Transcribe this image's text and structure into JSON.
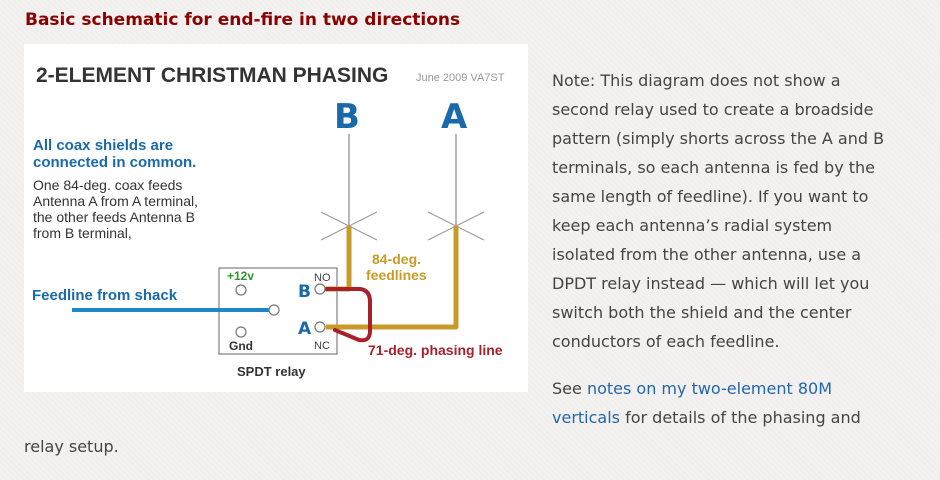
{
  "section": {
    "heading": "Basic schematic for end-fire in two directions"
  },
  "diagram": {
    "title": "2-ELEMENT CHRISTMAN PHASING",
    "credit": "June 2009 VA7ST",
    "antenna_b": "B",
    "antenna_a": "A",
    "shields_line1": "All coax shields are",
    "shields_line2": "connected in common.",
    "desc_line1": "One 84-deg. coax feeds",
    "desc_line2": "Antenna A from A terminal,",
    "desc_line3": "the other feeds Antenna B",
    "desc_line4": "from B terminal,",
    "feedline_label": "Feedline from shack",
    "voltage_label": "+12v",
    "gnd_label": "Gnd",
    "no_label": "NO",
    "nc_label": "NC",
    "terminal_b": "B",
    "terminal_a": "A",
    "feedlines_line1": "84-deg.",
    "feedlines_line2": "feedlines",
    "phasing_label": "71-deg. phasing line",
    "relay_label": "SPDT relay",
    "colors": {
      "blue": "#1a6aaa",
      "gold": "#c89b28",
      "red": "#a8202a",
      "green": "#2a9a2a",
      "feedline": "#1f86c8"
    }
  },
  "note": {
    "line1": "Note: This diagram does not show a",
    "line2": "second relay used to create a broadside",
    "line3": "pattern (simply shorts across the A and B",
    "line4": "terminals, so each antenna is fed by the",
    "line5": "same length of feedline). If you want to",
    "line6": "keep each antenna’s radial system",
    "line7": "isolated from the other antenna, use a",
    "line8": "DPDT relay instead — which will let you",
    "line9": "switch both the shield and the center",
    "line10": "conductors of each feedline."
  },
  "see": {
    "prefix": "See ",
    "link_line1": "notes on my two-element 80M",
    "link_line2": "verticals",
    "suffix": " for details of the phasing and",
    "tail": "relay setup."
  }
}
